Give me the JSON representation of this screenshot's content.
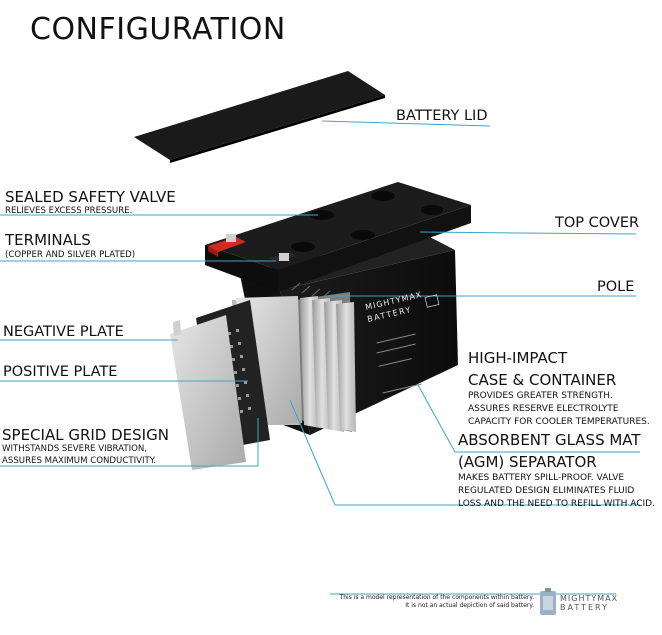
{
  "title": "CONFIGURATION",
  "labels": {
    "battery_lid": "BATTERY LID",
    "sealed_valve": "SEALED SAFETY VALVE",
    "sealed_valve_sub": "RELIEVES EXCESS PRESSURE.",
    "terminals": "TERMINALS",
    "terminals_sub": "(COPPER AND SILVER PLATED)",
    "top_cover": "TOP COVER",
    "pole": "POLE",
    "negative_plate": "NEGATIVE PLATE",
    "positive_plate": "POSITIVE PLATE",
    "grid_design": "SPECIAL GRID DESIGN",
    "grid_design_sub1": "WITHSTANDS SEVERE VIBRATION,",
    "grid_design_sub2": "ASSURES MAXIMUM CONDUCTIVITY.",
    "case_line1": "HIGH-IMPACT",
    "case_line2": "CASE & CONTAINER",
    "case_sub1": "PROVIDES GREATER STRENGTH.",
    "case_sub2": "ASSURES RESERVE ELECTROLYTE",
    "case_sub3": "CAPACITY FOR COOLER TEMPERATURES.",
    "agm_line1": "ABSORBENT GLASS MAT",
    "agm_line2": "(AGM) SEPARATOR",
    "agm_sub1": "MAKES BATTERY SPILL-PROOF. VALVE",
    "agm_sub2": "REGULATED DESIGN ELIMINATES FLUID",
    "agm_sub3": "LOSS AND THE NEED TO REFILL WITH ACID."
  },
  "battery_label": {
    "brand_line1": "MIGHTYMAX",
    "brand_line2": "BATTERY"
  },
  "disclaimer": {
    "line1": "This is a model representation of the components within battery.",
    "line2": "It is not an actual depiction of said battery."
  },
  "logo": {
    "line1": "MIGHTYMAX",
    "line2": "BATTERY"
  },
  "colors": {
    "leader": "#3aa7c9",
    "battery_body": "#141414",
    "plate": "#c9c9c9",
    "terminal_red": "#d42a1e"
  }
}
